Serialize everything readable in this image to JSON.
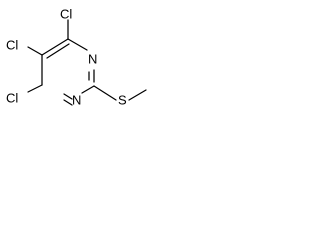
{
  "molecule": {
    "atoms": {
      "cl_top": "Cl",
      "cl_left": "Cl",
      "cl_bottom": "Cl",
      "n_top": "N",
      "n_bottom": "N",
      "s": "S"
    }
  }
}
